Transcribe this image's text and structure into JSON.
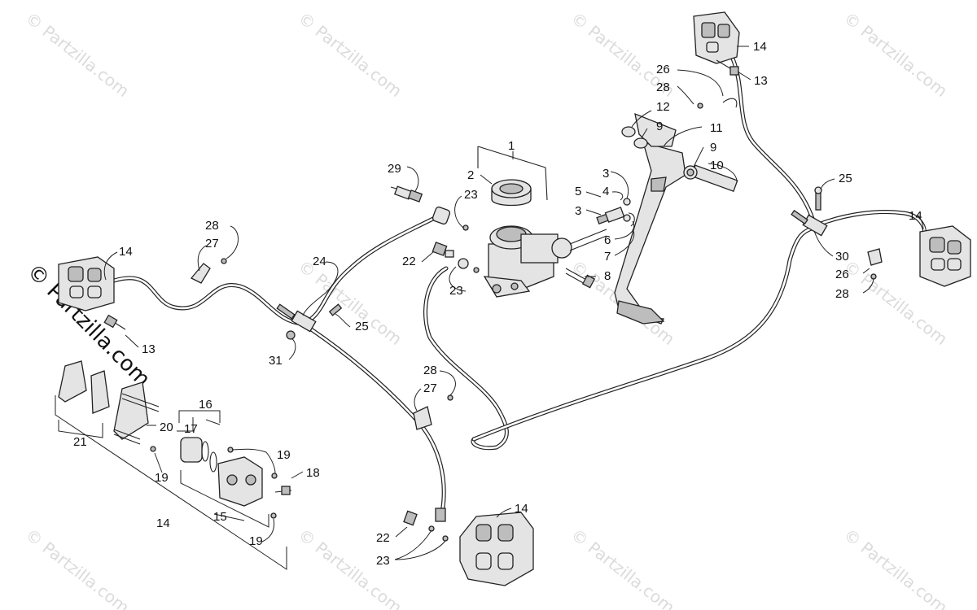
{
  "watermark": {
    "text": "© Partzilla.com"
  },
  "callouts": [
    {
      "id": "c1",
      "text": "1"
    },
    {
      "id": "c2",
      "text": "2"
    },
    {
      "id": "c29",
      "text": "29"
    },
    {
      "id": "c23a",
      "text": "23"
    },
    {
      "id": "c5",
      "text": "5"
    },
    {
      "id": "c3a",
      "text": "3"
    },
    {
      "id": "c4",
      "text": "4"
    },
    {
      "id": "c3b",
      "text": "3"
    },
    {
      "id": "c6",
      "text": "6"
    },
    {
      "id": "c7",
      "text": "7"
    },
    {
      "id": "c8",
      "text": "8"
    },
    {
      "id": "c22a",
      "text": "22"
    },
    {
      "id": "c23b",
      "text": "23"
    },
    {
      "id": "c24",
      "text": "24"
    },
    {
      "id": "c28a",
      "text": "28"
    },
    {
      "id": "c27a",
      "text": "27"
    },
    {
      "id": "c14a",
      "text": "14"
    },
    {
      "id": "c13a",
      "text": "13"
    },
    {
      "id": "c25a",
      "text": "25"
    },
    {
      "id": "c31",
      "text": "31"
    },
    {
      "id": "c14b",
      "text": "14"
    },
    {
      "id": "c13b",
      "text": "13"
    },
    {
      "id": "c26a",
      "text": "26"
    },
    {
      "id": "c28b",
      "text": "28"
    },
    {
      "id": "c12",
      "text": "12"
    },
    {
      "id": "c9a",
      "text": "9"
    },
    {
      "id": "c11",
      "text": "11"
    },
    {
      "id": "c9b",
      "text": "9"
    },
    {
      "id": "c10",
      "text": "10"
    },
    {
      "id": "c25b",
      "text": "25"
    },
    {
      "id": "c14c",
      "text": "14"
    },
    {
      "id": "c30",
      "text": "30"
    },
    {
      "id": "c26b",
      "text": "26"
    },
    {
      "id": "c28c",
      "text": "28"
    },
    {
      "id": "c28d",
      "text": "28"
    },
    {
      "id": "c27b",
      "text": "27"
    },
    {
      "id": "c16",
      "text": "16"
    },
    {
      "id": "c17",
      "text": "17"
    },
    {
      "id": "c19a",
      "text": "19"
    },
    {
      "id": "c20",
      "text": "20"
    },
    {
      "id": "c21",
      "text": "21"
    },
    {
      "id": "c19b",
      "text": "19"
    },
    {
      "id": "c18",
      "text": "18"
    },
    {
      "id": "c15",
      "text": "15"
    },
    {
      "id": "c14d",
      "text": "14"
    },
    {
      "id": "c19c",
      "text": "19"
    },
    {
      "id": "c14e",
      "text": "14"
    },
    {
      "id": "c22b",
      "text": "22"
    },
    {
      "id": "c23c",
      "text": "23"
    }
  ]
}
